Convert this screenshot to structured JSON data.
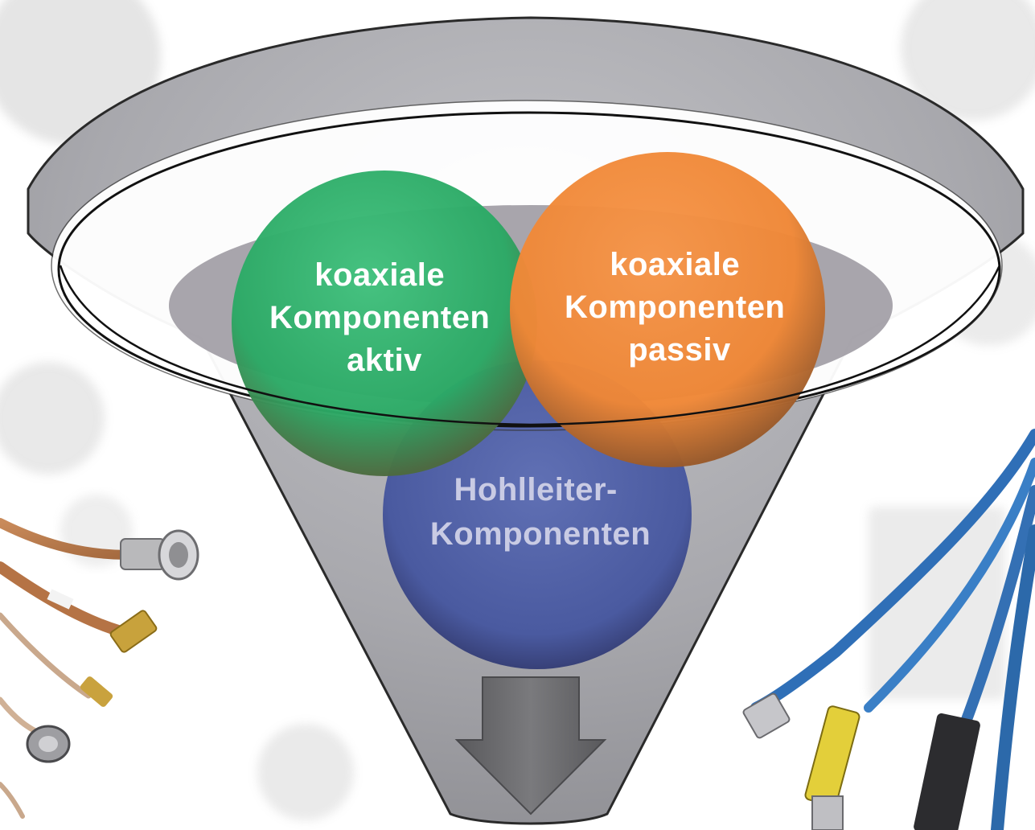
{
  "diagram": {
    "circles": [
      {
        "id": "aktiv",
        "lines": [
          "koaxiale",
          "Komponenten",
          "aktiv"
        ],
        "color": "#2fb36e",
        "text_color": "#ffffff"
      },
      {
        "id": "passiv",
        "lines": [
          "koaxiale",
          "Komponenten",
          "passiv"
        ],
        "color": "#f08a3c",
        "text_color": "#ffffff"
      },
      {
        "id": "hohlleiter",
        "lines": [
          "Hohlleiter-",
          "Komponenten"
        ],
        "color": "#4d5fa6",
        "text_color": "#c9cbe4"
      }
    ],
    "funnel_color": "#a7a7ad",
    "arrow_color": "#6b6b6e",
    "background_images": [
      "coaxial-cable-assemblies-photo",
      "flexible-test-cables-photo"
    ]
  }
}
